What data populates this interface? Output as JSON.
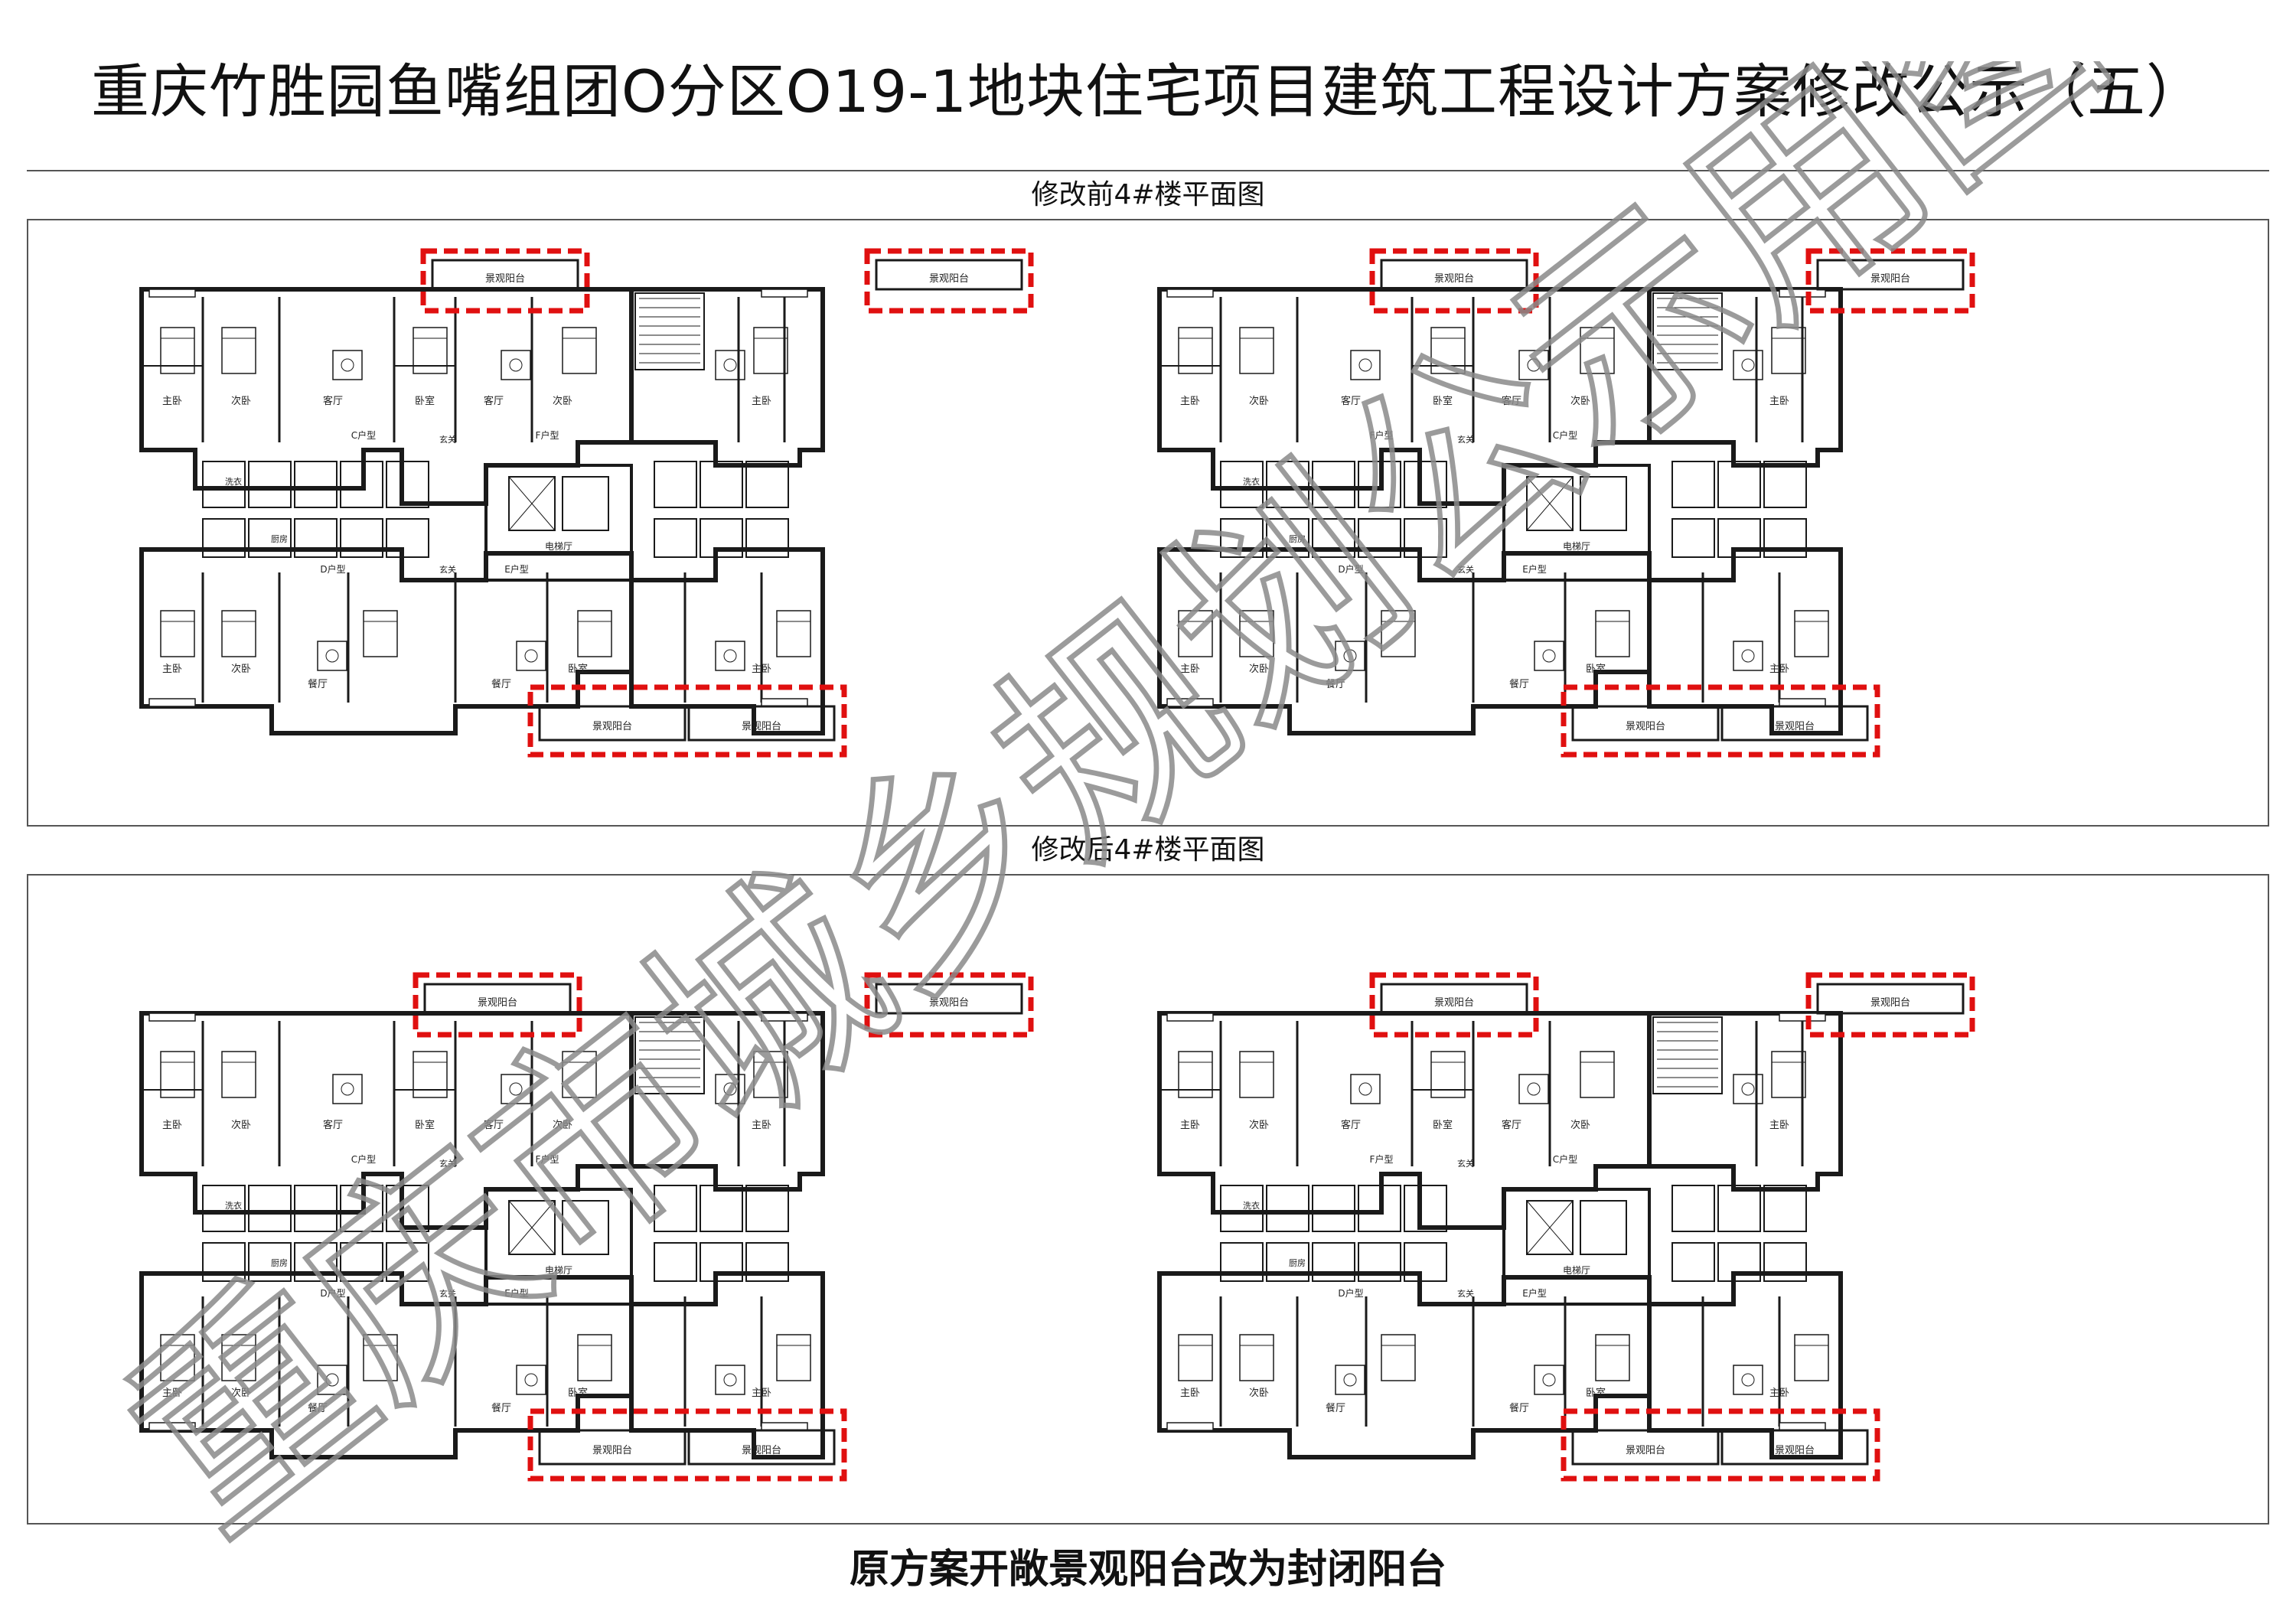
{
  "title": "重庆竹胜园鱼嘴组团O分区O19-1地块住宅项目建筑工程设计方案修改公示（五）",
  "sections": [
    {
      "label": "修改前4#楼平面图",
      "unit_labels": [
        "C户型",
        "F户型",
        "D户型",
        "E户型",
        "F户型",
        "C户型",
        "D户型",
        "E户型"
      ],
      "room_labels": {
        "balcony": "景观阳台",
        "master": "主卧",
        "second": "次卧",
        "bedroom": "卧室",
        "living": "客厅",
        "dining": "餐厅",
        "kitchen": "厨房",
        "foyer": "玄关",
        "wash": "洗衣",
        "hall": "电梯厅"
      }
    },
    {
      "label": "修改后4#楼平面图",
      "unit_labels": [
        "C户型",
        "F户型",
        "D户型",
        "E户型",
        "F户型",
        "C户型",
        "D户型",
        "E户型"
      ],
      "room_labels": {
        "balcony": "景观阳台",
        "master": "主卧",
        "second": "次卧",
        "bedroom": "卧室",
        "living": "客厅",
        "dining": "餐厅",
        "kitchen": "厨房",
        "foyer": "玄关",
        "wash": "洗衣",
        "hall": "电梯厅"
      }
    }
  ],
  "footer": "原方案开敞景观阳台改为封闭阳台",
  "watermark": "重庆市城乡规划公示用图",
  "colors": {
    "wall": "#1a1a1a",
    "highlight": "#e01010",
    "watermark": "#8a8a8a",
    "frame": "#555555"
  }
}
